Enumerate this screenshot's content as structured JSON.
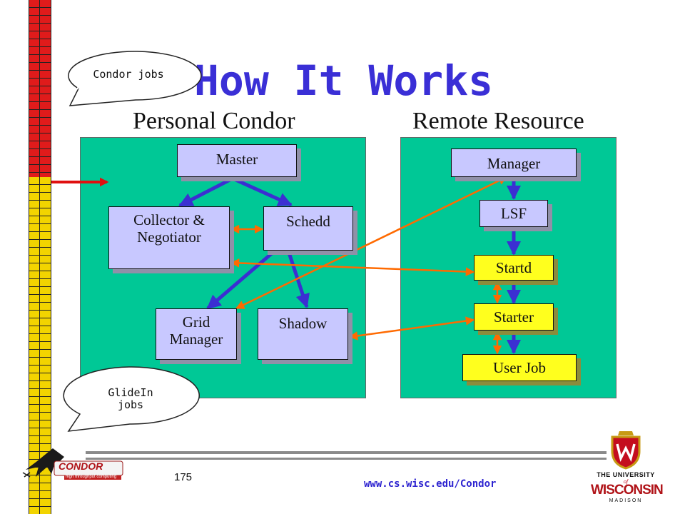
{
  "title": "How It Works",
  "headings": {
    "left": "Personal Condor",
    "right": "Remote Resource"
  },
  "callouts": {
    "top": "Condor jobs",
    "bottom_line1": "GlideIn",
    "bottom_line2": "jobs"
  },
  "personal_condor": {
    "master": "Master",
    "collector_line1": "Collector &",
    "collector_line2": "Negotiator",
    "schedd": "Schedd",
    "grid_line1": "Grid",
    "grid_line2": "Manager",
    "shadow": "Shadow"
  },
  "remote_resource": {
    "manager": "Manager",
    "lsf": "LSF",
    "startd": "Startd",
    "starter": "Starter",
    "user_job": "User Job"
  },
  "footer": {
    "page_number": "175",
    "url": "www.cs.wisc.edu/Condor"
  },
  "logos": {
    "condor_name": "CONDOR",
    "condor_tagline": "high throughput computing",
    "uw_line1": "THE UNIVERSITY",
    "uw_line2": "of",
    "uw_name": "WISCONSIN",
    "uw_line3": "MADISON"
  },
  "colors": {
    "panel": "#00c896",
    "box": "#c8c8ff",
    "highlight_box": "#ffff1e",
    "title": "#3a2fd6",
    "blue_arrow": "#3b2fd2",
    "orange_arrow": "#ff6a00",
    "red_arrow": "#e01010"
  }
}
